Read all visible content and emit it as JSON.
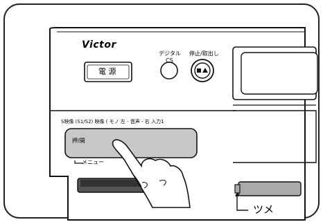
{
  "brand": "Victor",
  "power_button": {
    "label": "電 源"
  },
  "digital_cs": {
    "line1": "デジタル",
    "line2": "CS"
  },
  "stop_eject": {
    "label": "停止/取出し",
    "icon": "stop-eject-icon"
  },
  "input_label": "S映像 (S1/S2) 映像 ( モノ 左 - 音声 - 右  入力1",
  "flap": {
    "label": "押/開",
    "sub_label": "メニュー"
  },
  "tab_callout": "ツメ"
}
